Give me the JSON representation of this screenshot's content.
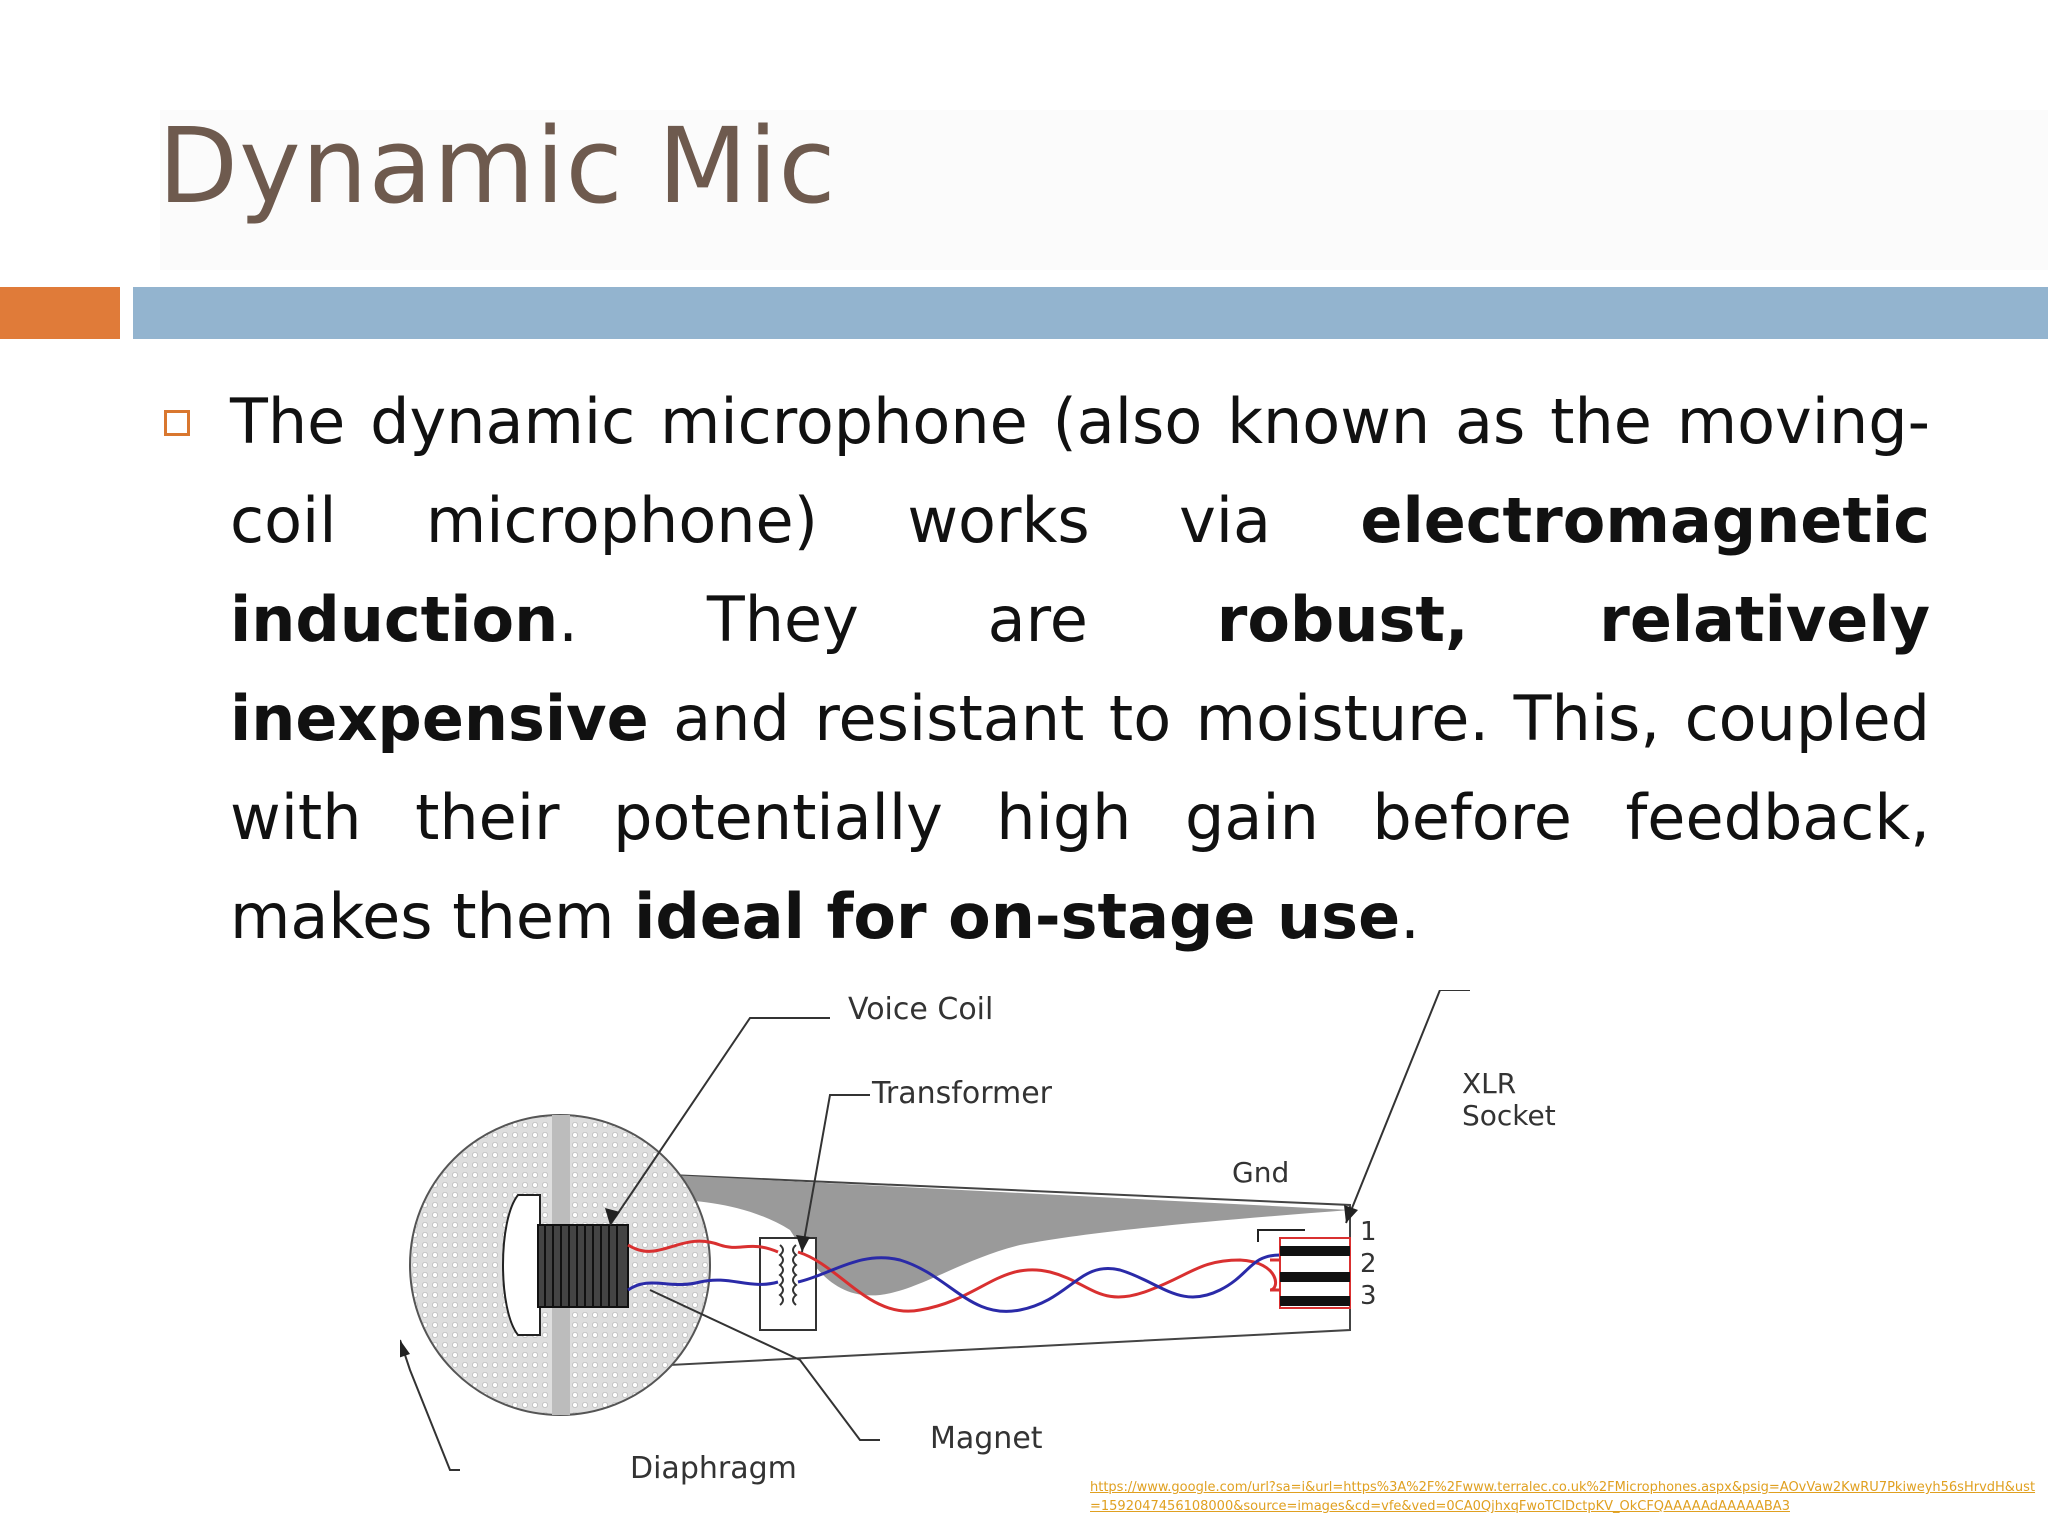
{
  "slide": {
    "title": "Dynamic Mic",
    "body": {
      "t1": "The dynamic microphone (also known as the moving-coil microphone) works via ",
      "b1": "electromagnetic induction",
      "t2": ". They are ",
      "b2": "robust, relatively inexpensive",
      "t3": " and resistant to moisture. This, coupled with their potentially high gain before feedback, makes them ",
      "b3": "ideal for on-stage use",
      "t4": "."
    },
    "source_url": "https://www.google.com/url?sa=i&url=https%3A%2F%2Fwww.terralec.co.uk%2FMicrophones.aspx&psig=AOvVaw2KwRU7Pkiweyh56sHrvdH&ust=1592047456108000&source=images&cd=vfe&ved=0CA0QjhxqFwoTCIDctpKV_OkCFQAAAAAdAAAAABA3"
  },
  "diagram": {
    "labels": {
      "voice_coil": "Voice Coil",
      "transformer": "Transformer",
      "gnd": "Gnd",
      "xlr_1": "XLR",
      "xlr_2": "Socket",
      "pin1": "1",
      "pin2": "2",
      "pin3": "3",
      "diaphragm": "Diaphragm",
      "magnet": "Magnet"
    },
    "colors": {
      "accent_orange": "#e07b39",
      "accent_blue": "#93b4cf",
      "title_brown": "#6e5a4e",
      "wire_red": "#d93030",
      "wire_blue": "#2a2aa8"
    }
  }
}
